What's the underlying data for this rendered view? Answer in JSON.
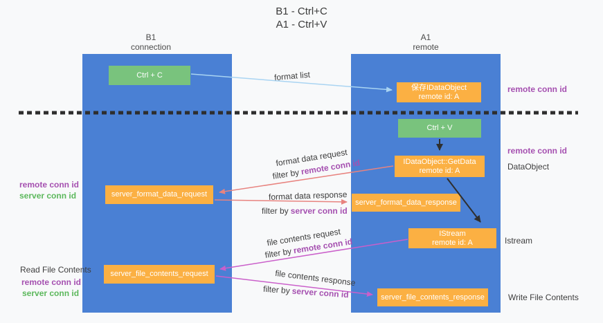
{
  "title": {
    "line1": "B1 - Ctrl+C",
    "line2": "A1 - Ctrl+V"
  },
  "lanes": {
    "b1": {
      "name": "B1",
      "subtitle": "connection"
    },
    "a1": {
      "name": "A1",
      "subtitle": "remote"
    }
  },
  "nodes": {
    "ctrl_c": {
      "label": "Ctrl + C"
    },
    "ctrl_v": {
      "label": "Ctrl + V"
    },
    "save_dataobject": {
      "line1": "保存IDataObject",
      "line2": "remote id: A"
    },
    "getdata": {
      "line1": "IDataObject::GetData",
      "line2": "remote id: A"
    },
    "istream": {
      "line1": "IStream",
      "line2": "remote id: A"
    },
    "format_request": {
      "label": "server_format_data_request"
    },
    "format_response": {
      "label": "server_format_data_response"
    },
    "file_request": {
      "label": "server_file_contents_request"
    },
    "file_response": {
      "label": "server_file_contents_response"
    }
  },
  "flow_labels": {
    "format_list": "format list",
    "format_data_request": "format data request",
    "format_data_response": "format data response",
    "file_contents_request": "file contents request",
    "file_contents_response": "file contents response",
    "filter_by": "filter by",
    "remote_conn_id": "remote conn id",
    "server_conn_id": "server conn id"
  },
  "side_labels": {
    "left_format_remote": "remote conn id",
    "left_format_server": "server conn id",
    "read_file_contents": "Read File Contents",
    "left_file_remote": "remote conn id",
    "left_file_server": "server conn id",
    "right_top_remote": "remote conn id",
    "right_dataobject_remote": "remote conn id",
    "dataobject": "DataObject",
    "istream": "Istream",
    "write_file_contents": "Write File Contents"
  },
  "colors": {
    "lane_blue": "#4a80d4",
    "node_orange": "#fbb043",
    "node_green": "#79c37d",
    "accent_purple": "#a550b0",
    "accent_green": "#5cb85c",
    "arrow_blue": "#a9d4f2",
    "arrow_salmon": "#e8837f",
    "arrow_magenta": "#ca5fca",
    "arrow_black": "#2f2f2f"
  }
}
